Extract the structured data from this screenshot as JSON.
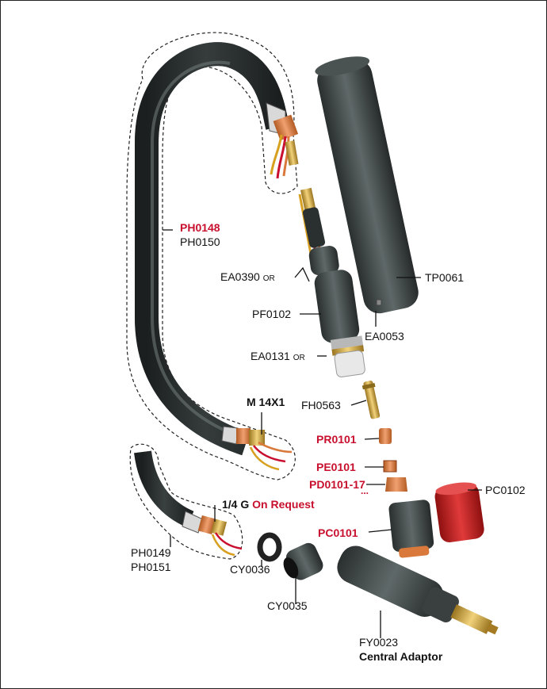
{
  "labels": {
    "ph0148": "PH0148",
    "ph0150": "PH0150",
    "ea0390": "EA0390",
    "or1": "OR",
    "pf0102": "PF0102",
    "ea0131": "EA0131",
    "or2": "OR",
    "tp0061": "TP0061",
    "ea0053": "EA0053",
    "thread": "M 14X1",
    "fh0563": "FH0563",
    "pr0101": "PR0101",
    "pe0101": "PE0101",
    "pd0101": "PD0101-17",
    "pd_dots": "...",
    "pc0102": "PC0102",
    "pc0101": "PC0101",
    "quarter_g": "1/4 G",
    "on_request": "On Request",
    "ph0149": "PH0149",
    "ph0151": "PH0151",
    "cy0036": "CY0036",
    "cy0035": "CY0035",
    "fy0023": "FY0023",
    "central_adaptor": "Central Adaptor"
  },
  "colors": {
    "highlight": "#c8102e",
    "text": "#111111",
    "hose": "#2e3333",
    "copper": "#d9793b",
    "brass": "#c9a238",
    "red_nozzle": "#c41c1c"
  }
}
